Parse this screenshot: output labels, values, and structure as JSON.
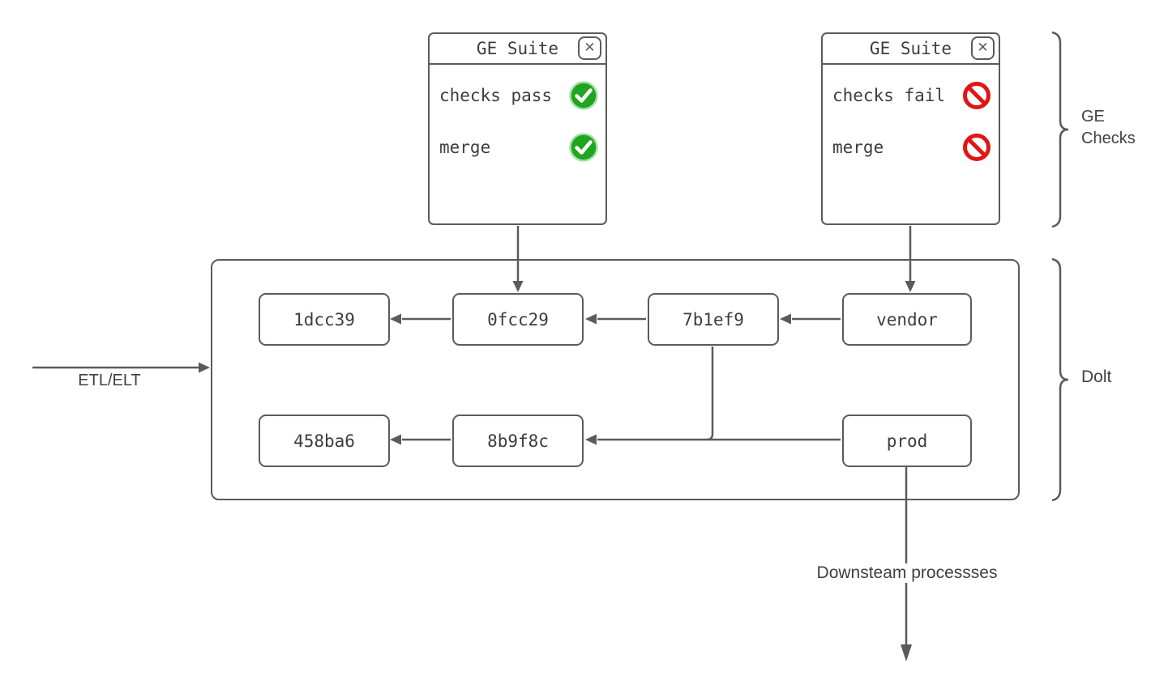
{
  "diagram": {
    "colors": {
      "stroke": "#5b5b5b",
      "mono_text": "#3d3d3d",
      "label_text": "#404040",
      "pass_green": "#1fa51f",
      "pass_green_ring": "#a8e0a8",
      "fail_red": "#e01616",
      "background": "#ffffff"
    },
    "ge_windows": [
      {
        "title": "GE Suite",
        "close_icon": "✕",
        "rows": [
          {
            "label": "checks pass",
            "icon": "check-circle-icon"
          },
          {
            "label": "merge",
            "icon": "check-circle-icon"
          }
        ]
      },
      {
        "title": "GE Suite",
        "close_icon": "✕",
        "rows": [
          {
            "label": "checks fail",
            "icon": "no-entry-icon"
          },
          {
            "label": "merge",
            "icon": "no-entry-icon"
          }
        ]
      }
    ],
    "dolt_nodes": [
      {
        "label": "1dcc39"
      },
      {
        "label": "0fcc29"
      },
      {
        "label": "7b1ef9"
      },
      {
        "label": "vendor"
      },
      {
        "label": "458ba6"
      },
      {
        "label": "8b9f8c"
      },
      {
        "label": "prod"
      }
    ],
    "labels": {
      "etl": "ETL/ELT",
      "downstream": "Downsteam processses",
      "ge_checks_line1": "GE",
      "ge_checks_line2": "Checks",
      "dolt": "Dolt"
    }
  }
}
